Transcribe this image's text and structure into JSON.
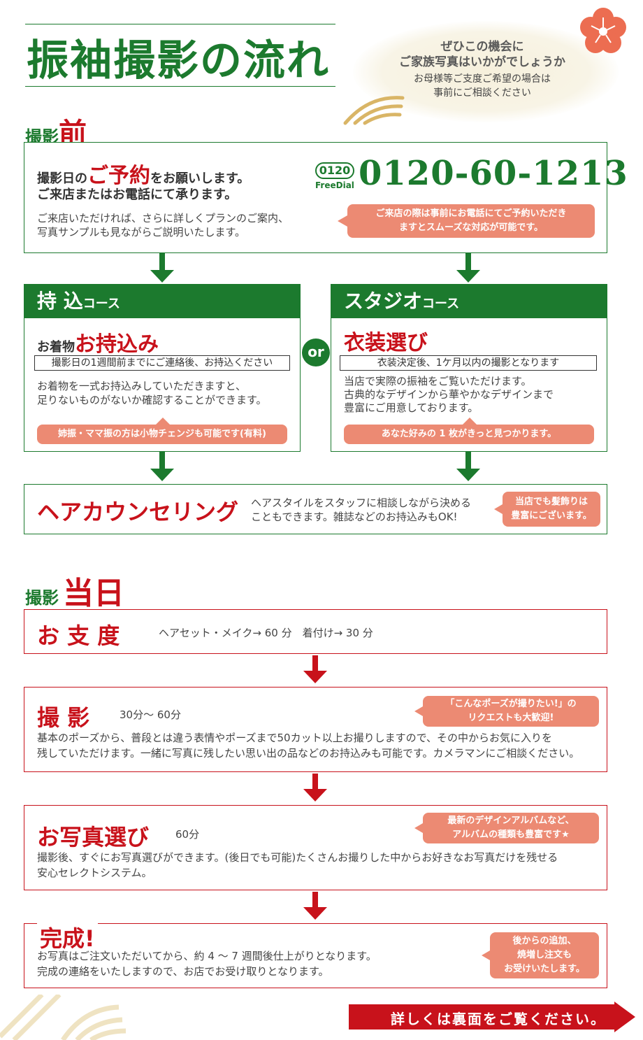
{
  "header": {
    "title": "振袖撮影の流れ",
    "cloud_line1": "ぜひこの機会に",
    "cloud_line2": "ご家族写真はいかがでしょうか",
    "cloud_line3": "お母様等ご支度ご希望の場合は",
    "cloud_line4": "事前にご相談ください"
  },
  "before": {
    "label_small": "撮影",
    "label_big": "前",
    "reserve_pre": "撮影日の",
    "reserve_big": "ご予約",
    "reserve_post": "をお願いします。",
    "reserve_line2": "ご来店またはお電話にて承ります。",
    "reserve_desc1": "ご来店いただければ、さらに詳しくプランのご案内、",
    "reserve_desc2": "写真サンプルも見ながらご説明いたします。",
    "freedial_logo": "0120",
    "freedial_label": "FreeDial",
    "phone": "0120-60-1213",
    "phone_note1": "ご来店の際は事前にお電話にてご予約いただき",
    "phone_note2": "ますとスムーズな対応が可能です。"
  },
  "courses": {
    "or_label": "or",
    "left": {
      "head_big": "持 込",
      "head_small": "コース",
      "title_small": "お着物",
      "title_big": "お持込み",
      "outline": "撮影日の1週間前までにご連絡後、お持込ください",
      "desc1": "お着物を一式お持込みしていただきますと、",
      "desc2": "足りないものがないか確認することができます。",
      "pill": "姉振・ママ振の方は小物チェンジも可能です(有料)"
    },
    "right": {
      "head_big": "スタジオ",
      "head_small": "コース",
      "title_big": "衣装選び",
      "outline": "衣装決定後、1ケ月以内の撮影となります",
      "desc1": "当店で実際の振袖をご覧いただけます。",
      "desc2": "古典的なデザインから華やかなデザインまで",
      "desc3": "豊富にご用意しております。",
      "pill": "あなた好みの 1 枚がきっと見つかります。"
    }
  },
  "hair": {
    "title": "ヘアカウンセリング",
    "desc1": "ヘアスタイルをスタッフに相談しながら決める",
    "desc2": "こともできます。雑誌などのお持込みもOK!",
    "pill1": "当店でも髪飾りは",
    "pill2": "豊富にございます。"
  },
  "day": {
    "label_small": "撮影",
    "label_big": "当日"
  },
  "steps": {
    "prep": {
      "title": "お 支 度",
      "sub": "ヘアセット・メイク→ 60 分　着付け→ 30 分"
    },
    "shoot": {
      "title": "撮 影",
      "sub": "30分～ 60分",
      "pill1": "「こんなポーズが撮りたい!」の",
      "pill2": "リクエストも大歓迎!",
      "desc1": "基本のポーズから、普段とは違う表情やポーズまで50カット以上お撮りしますので、その中からお気に入りを",
      "desc2": "残していただけます。一緒に写真に残したい思い出の品などのお持込みも可能です。カメラマンにご相談ください。"
    },
    "select": {
      "title": "お写真選び",
      "sub": "60分",
      "pill1": "最新のデザインアルバムなど、",
      "pill2": "アルバムの種類も豊富です★",
      "desc1": "撮影後、すぐにお写真選びができます。(後日でも可能)たくさんお撮りした中からお好きなお写真だけを残せる",
      "desc2": "安心セレクトシステム。"
    },
    "done": {
      "title": "完成!",
      "desc1": "お写真はご注文いただいてから、約 4 ～ 7 週間後仕上がりとなります。",
      "desc2": "完成の連絡をいたしますので、お店でお受け取りとなります。",
      "pill1": "後からの追加、",
      "pill2": "焼増し注文も",
      "pill3": "お受けいたします。"
    }
  },
  "footer": {
    "banner": "詳しくは裏面をご覧ください。"
  },
  "colors": {
    "green": "#1c7a2e",
    "red": "#c8121b",
    "salmon": "#ec8a73"
  }
}
